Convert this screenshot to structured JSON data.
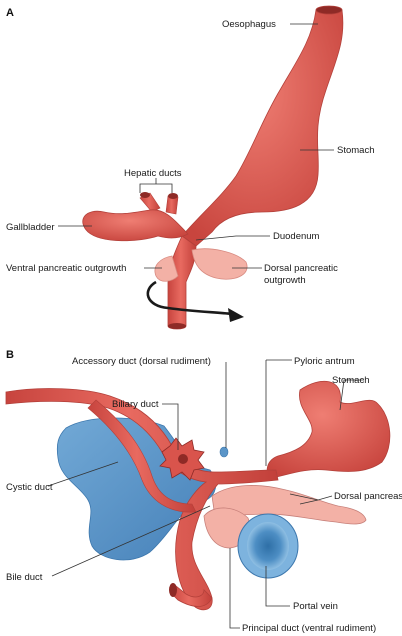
{
  "panel_a": {
    "letter": "A",
    "labels": {
      "oesophagus": "Oesophagus",
      "stomach": "Stomach",
      "hepatic_ducts": "Hepatic ducts",
      "gallbladder": "Gallbladder",
      "duodenum": "Duodenum",
      "ventral_pancreatic": "Ventral pancreatic outgrowth",
      "dorsal_pancreatic_1": "Dorsal pancreatic",
      "dorsal_pancreatic_2": "outgrowth"
    }
  },
  "panel_b": {
    "letter": "B",
    "labels": {
      "accessory_duct": "Accessory duct (dorsal rudiment)",
      "pyloric_antrum": "Pyloric antrum",
      "stomach": "Stomach",
      "biliary_duct": "Biliary duct",
      "cystic_duct": "Cystic duct",
      "dorsal_pancreas": "Dorsal pancreas",
      "bile_duct": "Bile duct",
      "portal_vein": "Portal vein",
      "principal_duct": "Principal duct (ventral rudiment)"
    }
  },
  "colors": {
    "gut_red": "#e15a52",
    "gut_dark": "#b53a34",
    "pancreas_pink": "#f3b1a6",
    "liver_blue": "#5a95c8",
    "liver_dark": "#3c77ad",
    "arrow": "#1a1a1a"
  }
}
